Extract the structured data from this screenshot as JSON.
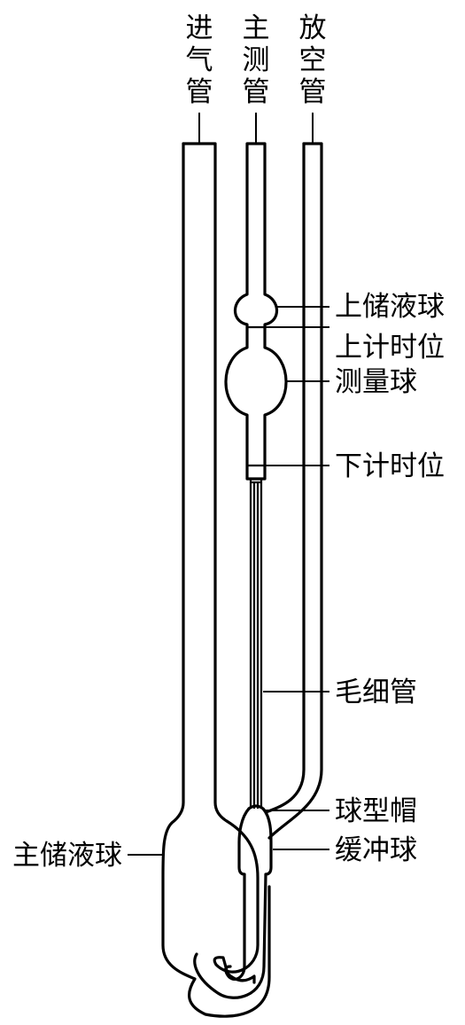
{
  "top_labels": {
    "inlet_tube": [
      "进",
      "气",
      "管"
    ],
    "main_measuring_tube": [
      "主",
      "测",
      "管"
    ],
    "vent_tube": [
      "放",
      "空",
      "管"
    ]
  },
  "right_labels": {
    "upper_reservoir_bulb": "上储液球",
    "upper_timing_mark": "上计时位",
    "measuring_bulb": "测量球",
    "lower_timing_mark": "下计时位",
    "capillary": "毛细管",
    "ball_cap": "球型帽",
    "buffer_bulb": "缓冲球"
  },
  "left_labels": {
    "main_reservoir_bulb": "主储液球"
  }
}
